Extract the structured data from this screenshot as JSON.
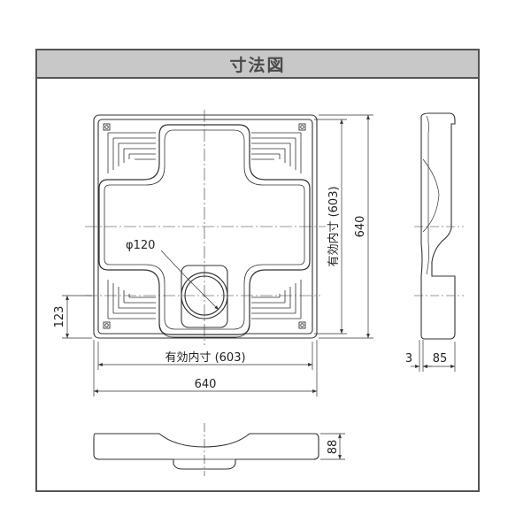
{
  "title": "寸法図",
  "colors": {
    "frame": "#555555",
    "title_bar": "#c8c8c8",
    "line": "#333333",
    "fill": "#ffffff"
  },
  "dimensions": {
    "overall_width": "640",
    "overall_height": "640",
    "inner_width": "有効内寸 (603)",
    "inner_height": "有効内寸 (603)",
    "drain_offset": "123",
    "drain_diameter": "φ120",
    "side_lip": "3",
    "side_depth": "85",
    "front_height": "88"
  }
}
